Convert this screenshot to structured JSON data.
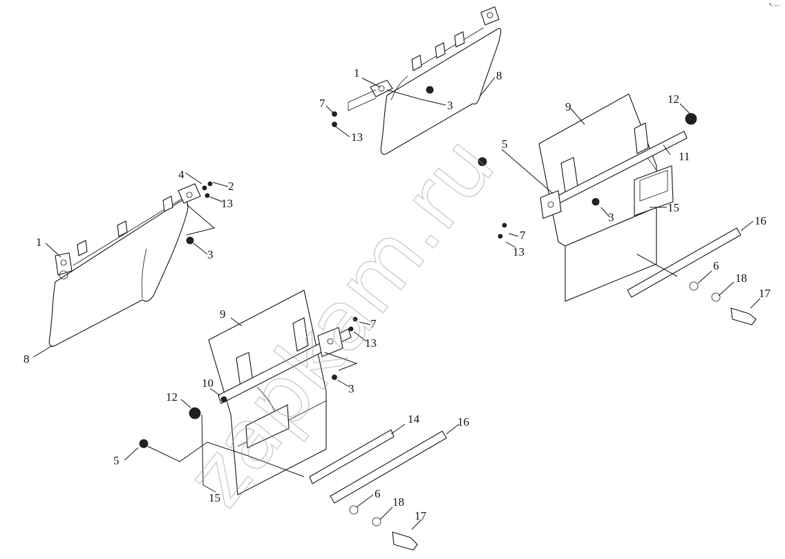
{
  "watermark": "zapkam.ru",
  "corner_mark": "↖—",
  "callouts": [
    {
      "id": "tc-1",
      "text": "1"
    },
    {
      "id": "tc-3",
      "text": "3"
    },
    {
      "id": "tc-7",
      "text": "7"
    },
    {
      "id": "tc-13",
      "text": "13"
    },
    {
      "id": "tc-8",
      "text": "8"
    },
    {
      "id": "lf-4",
      "text": "4"
    },
    {
      "id": "lf-2",
      "text": "2"
    },
    {
      "id": "lf-13",
      "text": "13"
    },
    {
      "id": "lf-1",
      "text": "1"
    },
    {
      "id": "lf-3",
      "text": "3"
    },
    {
      "id": "lf-8",
      "text": "8"
    },
    {
      "id": "rt-9",
      "text": "9"
    },
    {
      "id": "rt-12",
      "text": "12"
    },
    {
      "id": "rt-5",
      "text": "5"
    },
    {
      "id": "rt-11",
      "text": "11"
    },
    {
      "id": "rt-3",
      "text": "3"
    },
    {
      "id": "rt-15",
      "text": "15"
    },
    {
      "id": "rt-7",
      "text": "7"
    },
    {
      "id": "rt-13",
      "text": "13"
    },
    {
      "id": "rt-16",
      "text": "16"
    },
    {
      "id": "rt-6",
      "text": "6"
    },
    {
      "id": "rt-18",
      "text": "18"
    },
    {
      "id": "rt-17",
      "text": "17"
    },
    {
      "id": "bc-9",
      "text": "9"
    },
    {
      "id": "bc-7",
      "text": "7"
    },
    {
      "id": "bc-13",
      "text": "13"
    },
    {
      "id": "bc-10",
      "text": "10"
    },
    {
      "id": "bc-12",
      "text": "12"
    },
    {
      "id": "bc-3",
      "text": "3"
    },
    {
      "id": "bc-14",
      "text": "14"
    },
    {
      "id": "bc-16",
      "text": "16"
    },
    {
      "id": "bc-5",
      "text": "5"
    },
    {
      "id": "bc-15",
      "text": "15"
    },
    {
      "id": "bc-6",
      "text": "6"
    },
    {
      "id": "bc-18",
      "text": "18"
    },
    {
      "id": "bc-17",
      "text": "17"
    }
  ]
}
